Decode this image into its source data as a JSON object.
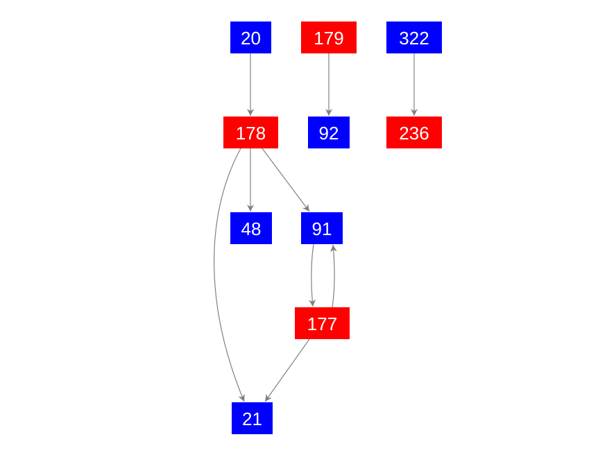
{
  "colors": {
    "red": "#ff0000",
    "blue": "#0000ff",
    "edge": "#808080",
    "text": "#ffffff"
  },
  "nodes": [
    {
      "id": "20",
      "label": "20",
      "color": "blue"
    },
    {
      "id": "179",
      "label": "179",
      "color": "red"
    },
    {
      "id": "322",
      "label": "322",
      "color": "blue"
    },
    {
      "id": "178",
      "label": "178",
      "color": "red"
    },
    {
      "id": "92",
      "label": "92",
      "color": "blue"
    },
    {
      "id": "236",
      "label": "236",
      "color": "red"
    },
    {
      "id": "48",
      "label": "48",
      "color": "blue"
    },
    {
      "id": "91",
      "label": "91",
      "color": "blue"
    },
    {
      "id": "177",
      "label": "177",
      "color": "red"
    },
    {
      "id": "21",
      "label": "21",
      "color": "blue"
    }
  ],
  "edges": [
    {
      "from": "20",
      "to": "178"
    },
    {
      "from": "179",
      "to": "92"
    },
    {
      "from": "322",
      "to": "236"
    },
    {
      "from": "178",
      "to": "48"
    },
    {
      "from": "178",
      "to": "91"
    },
    {
      "from": "178",
      "to": "21"
    },
    {
      "from": "91",
      "to": "177"
    },
    {
      "from": "177",
      "to": "91"
    },
    {
      "from": "177",
      "to": "21"
    }
  ]
}
